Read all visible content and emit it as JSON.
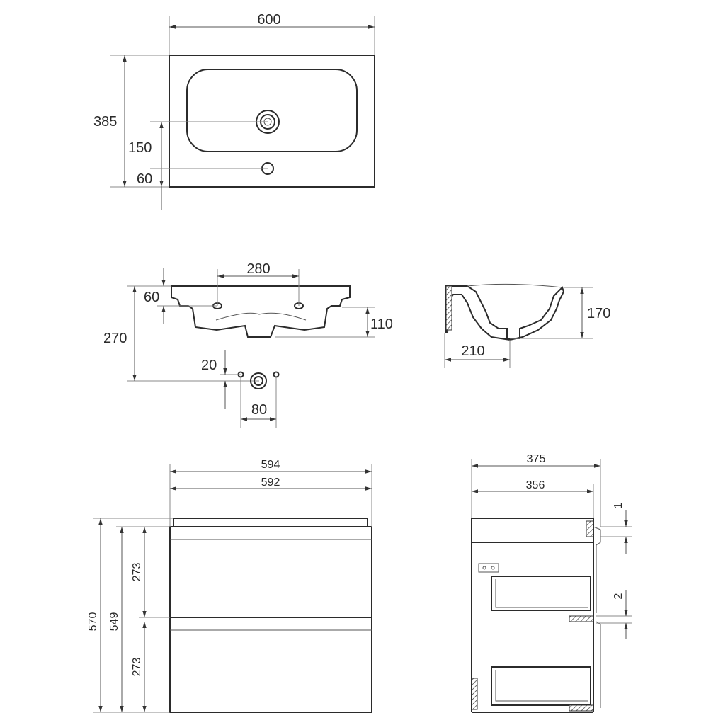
{
  "basin_top_view": {
    "width_label": "600",
    "depth_label": "385",
    "tap_offset_label": "150",
    "overflow_offset_label": "60"
  },
  "basin_front_view": {
    "mount_spacing_label": "280",
    "mount_height_label": "60",
    "total_height_label": "270",
    "bowl_depth_label": "110",
    "drain_offset_label": "20",
    "drain_spacing_label": "80"
  },
  "basin_section_view": {
    "height_label": "170",
    "drain_distance_label": "210"
  },
  "cabinet_front_view": {
    "outer_width_label": "594",
    "inner_width_label": "592",
    "total_height_label": "570",
    "body_height_label": "549",
    "upper_drawer_label": "273",
    "lower_drawer_label": "273"
  },
  "cabinet_side_view": {
    "outer_depth_label": "375",
    "inner_depth_label": "356",
    "gap_top_label": "1",
    "gap_middle_label": "2"
  }
}
